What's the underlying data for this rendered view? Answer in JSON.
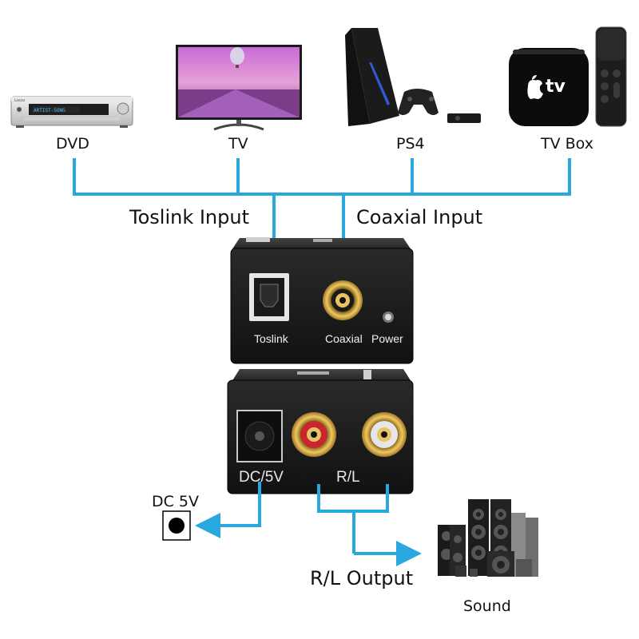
{
  "devices": [
    {
      "label": "DVD",
      "icon": "dvd-player-icon"
    },
    {
      "label": "TV",
      "icon": "television-icon"
    },
    {
      "label": "PS4",
      "icon": "game-console-icon"
    },
    {
      "label": "TV Box",
      "icon": "tv-box-icon"
    }
  ],
  "dvd_display": {
    "brand": "Lanzar",
    "line1": "ARTIST-SONG"
  },
  "tvbox_brand": "tv",
  "inputs": {
    "toslink": "Toslink Input",
    "coaxial": "Coaxial Input"
  },
  "front_panel": {
    "toslink": "Toslink",
    "coaxial": "Coaxial",
    "power": "Power"
  },
  "rear_panel": {
    "dc": "DC/5V",
    "rl": "R/L"
  },
  "outputs": {
    "dc_label": "DC 5V",
    "rl_label": "R/L Output",
    "sound_label": "Sound"
  },
  "colors": {
    "line": "#29a8e0",
    "box": "#1c1c1c",
    "rca_red": "#c8262c",
    "rca_white": "#dcdcdc",
    "gold": "#d8a93a"
  }
}
